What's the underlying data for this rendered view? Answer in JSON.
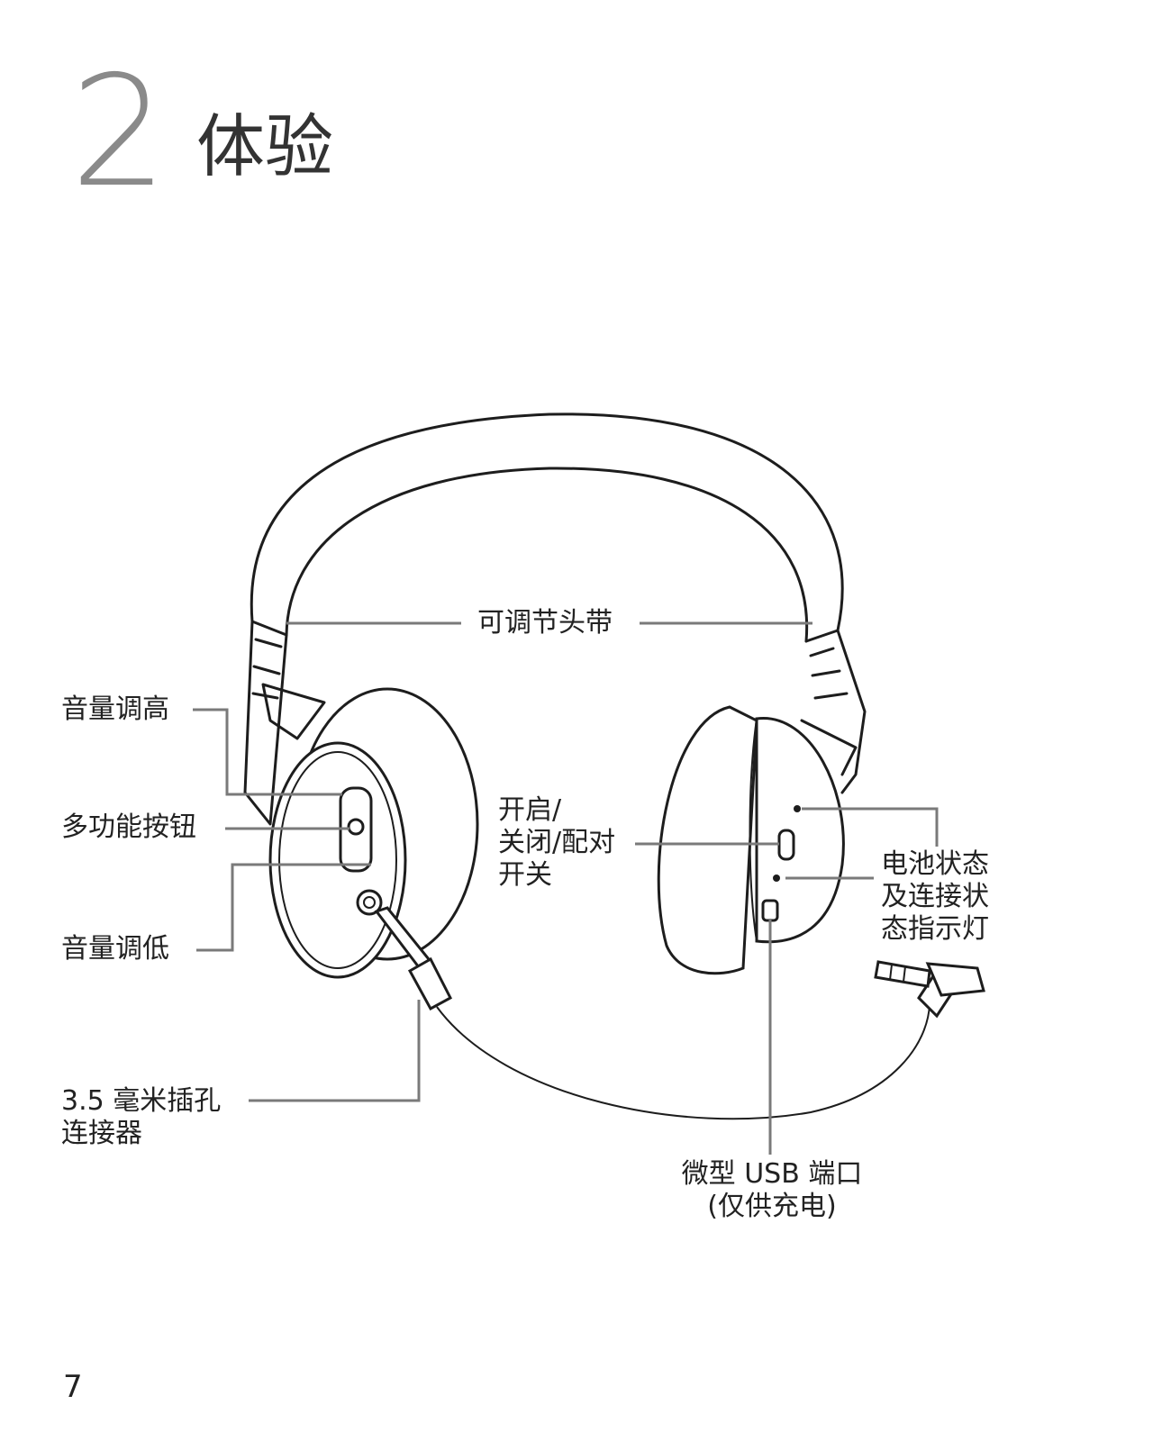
{
  "chapter": {
    "number": "2",
    "title": "体验"
  },
  "labels": {
    "adjustable_headband": "可调节头带",
    "volume_up": "音量调高",
    "multifunction_button": "多功能按钮",
    "volume_down": "音量调低",
    "jack_connector": "3.5 毫米插孔\n连接器",
    "power_switch": "开启/\n关闭/配对\n开关",
    "status_indicator": "电池状态\n及连接状\n态指示灯",
    "micro_usb": "微型 USB 端口\n(仅供充电)"
  },
  "page_number": "7"
}
